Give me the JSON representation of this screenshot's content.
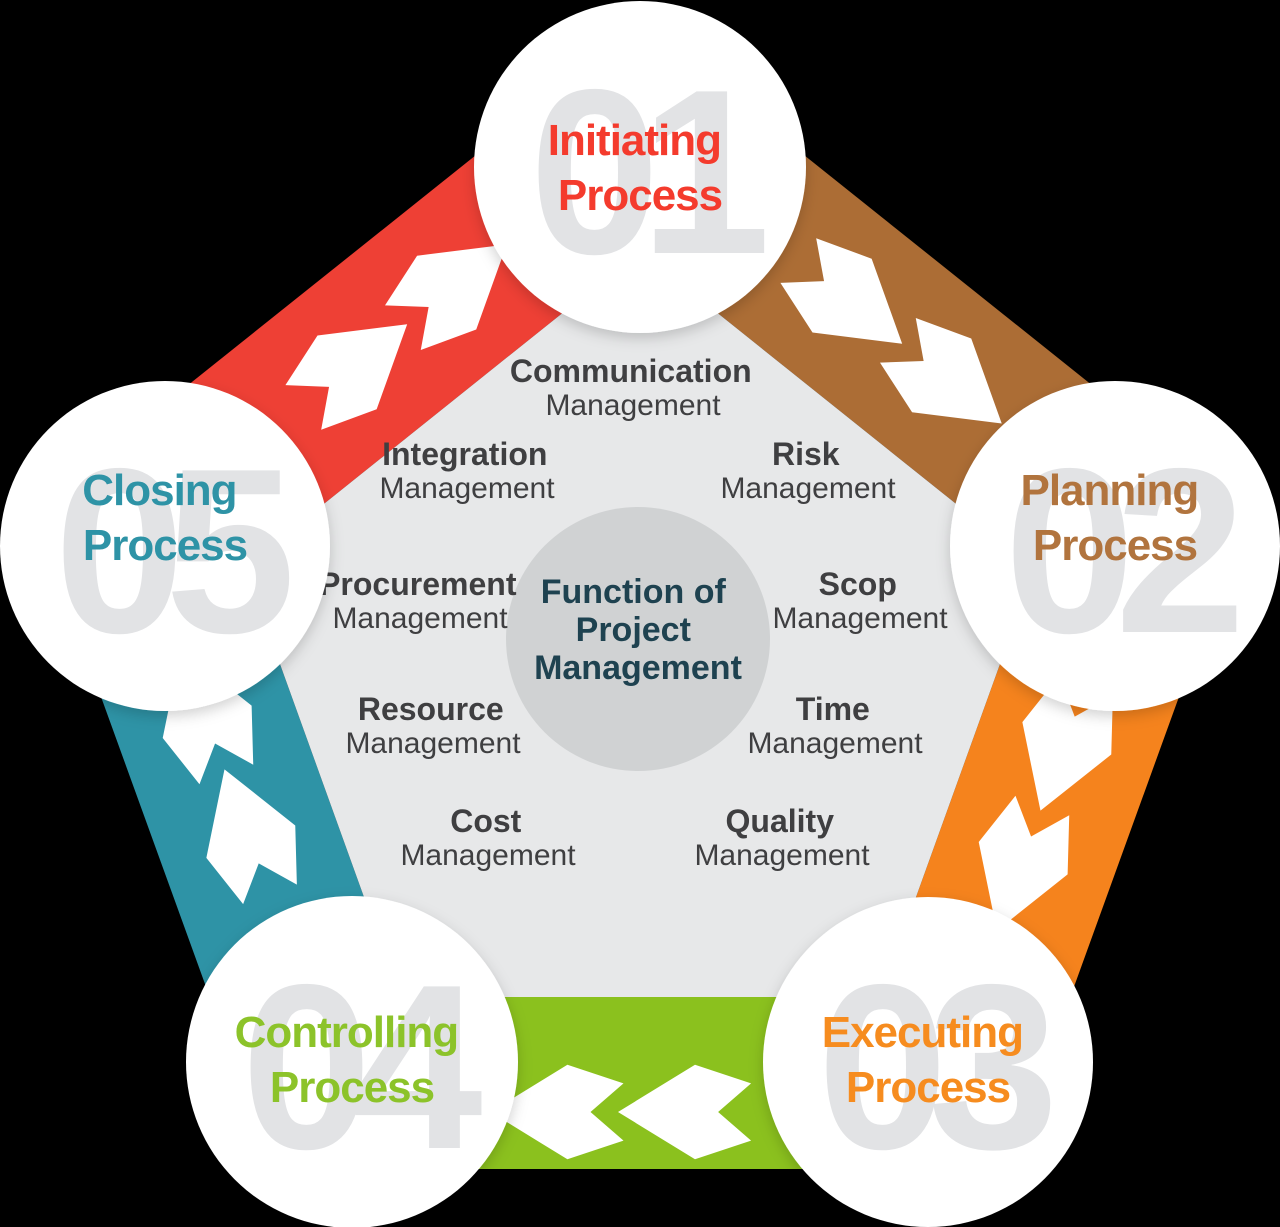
{
  "center": {
    "title_lines": [
      "Function of",
      "Project",
      "Management"
    ]
  },
  "processes": [
    {
      "id": "initiating",
      "number": "01",
      "line1": "Initiating",
      "line2": "Process",
      "band_color": "#EE4035",
      "text_color": "#F43B2D"
    },
    {
      "id": "planning",
      "number": "02",
      "line1": "Planning",
      "line2": "Process",
      "band_color": "#AC6D35",
      "text_color": "#B1743E"
    },
    {
      "id": "executing",
      "number": "03",
      "line1": "Executing",
      "line2": "Process",
      "band_color": "#F5831D",
      "text_color": "#F68C1F"
    },
    {
      "id": "controlling",
      "number": "04",
      "line1": "Controlling",
      "line2": "Process",
      "band_color": "#8BC11E",
      "text_color": "#8CC32A"
    },
    {
      "id": "closing",
      "number": "05",
      "line1": "Closing",
      "line2": "Process",
      "band_color": "#2E93A6",
      "text_color": "#2E93A6"
    }
  ],
  "functions": [
    {
      "line1": "Communication",
      "line2": "Management"
    },
    {
      "line1": "Integration",
      "line2": "Management"
    },
    {
      "line1": "Risk",
      "line2": "Management"
    },
    {
      "line1": "Procurement",
      "line2": "Management"
    },
    {
      "line1": "Scop",
      "line2": "Management"
    },
    {
      "line1": "Resource",
      "line2": "Management"
    },
    {
      "line1": "Time",
      "line2": "Management"
    },
    {
      "line1": "Cost",
      "line2": "Management"
    },
    {
      "line1": "Quality",
      "line2": "Management"
    }
  ],
  "colors": {
    "background": "#000000",
    "inner_pentagon": "#E7E8E9",
    "center_circle": "#D0D2D3",
    "center_text": "#1E4250",
    "number_watermark": "#E2E3E5",
    "function_label": "#3F3F41",
    "arrow": "#FFFFFF",
    "node_circle": "#FFFFFF"
  }
}
